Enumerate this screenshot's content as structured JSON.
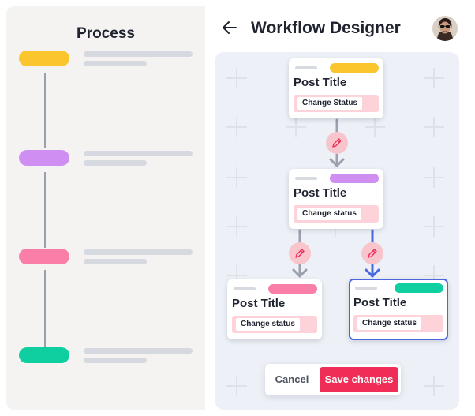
{
  "left_panel": {
    "title": "Process",
    "steps": [
      {
        "color": "#fbc52d"
      },
      {
        "color": "#cf8ef2"
      },
      {
        "color": "#f97fa8"
      },
      {
        "color": "#0fcfa0"
      }
    ]
  },
  "header": {
    "back_icon": "arrow-left-icon",
    "title": "Workflow Designer",
    "avatar": "user-avatar"
  },
  "workflow": {
    "cards": [
      {
        "title": "Post Title",
        "status_button": "Change Status",
        "tag_color": "#fbc52d",
        "selected": false
      },
      {
        "title": "Post Title",
        "status_button": "Change status",
        "tag_color": "#cf8ef2",
        "selected": false
      },
      {
        "title": "Post Title",
        "status_button": "Change status",
        "tag_color": "#f97fa8",
        "selected": false
      },
      {
        "title": "Post Title",
        "status_button": "Change status",
        "tag_color": "#0fcfa0",
        "selected": true
      }
    ],
    "edit_icon": "pencil-icon",
    "connector_color": "#9aa0ac",
    "active_connector_color": "#4a67e0"
  },
  "actions": {
    "cancel_label": "Cancel",
    "save_label": "Save changes",
    "save_color": "#ef2d56"
  }
}
